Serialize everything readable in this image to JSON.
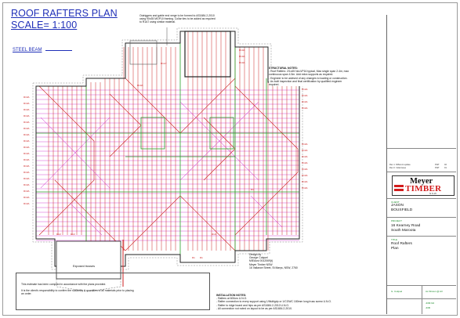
{
  "title": {
    "line1": "ROOF RAFTERS PLAN",
    "line2": "SCALE= 1:100"
  },
  "legend": {
    "steel_beam": "STEEL BEAM"
  },
  "top_note": {
    "line1": "Outriggers and gable end verge to be formed to AS1684.2-2010",
    "line2": "using 90x35 MGP10 framing. Collar ties to be added as required",
    "line3": "to R1A7 using similar material."
  },
  "structural_notes": {
    "heading": "STRUCTURAL NOTES:",
    "line1": "- Roof Rafters: 2/1x45 NoLVP16 typical, Max single span 2.4m, max",
    "line2": "continuous span 4.5m. Add extra supports as required.",
    "line3": "- Engineer to be advised of any changes to loading or construction.",
    "line4": "- As built inspection and final certification by qualified engineer",
    "line5": "required."
  },
  "exposed_trusses": "Exposed trusses",
  "design_by": {
    "line1": "Design by",
    "line2": "George Colquel",
    "line3": "MIEAust 0012069(t)",
    "line4": "Meyer Timber NSW",
    "line5": "16 Vallance Street, St Marys, NSW, 2760"
  },
  "installation_notes": {
    "heading": "INSTALLATION NOTES:",
    "line1": "- Rafters at 600crs U.N.O.",
    "line2": "- Rafter connection to every support using 1/Multigrip or 1/CGWC 180mm long truss screw U.N.O.",
    "line3": "- Rafter to ridge board and hips as per AS1684.2-2010 U.N.O.",
    "line4": "- All connection not noted on layout to be as per AS1684.2-2010."
  },
  "disclaimer": {
    "line1": "This estimate has been compiled in accordance with the plans provided.",
    "line2": "It is the client's responsibility to confirm the suitability & quantities of all materials prior to placing",
    "line3": "an order."
  },
  "title_block": {
    "revisions": [
      {
        "rev": "Rev 1",
        "desc": "Different update",
        "by": "FWT",
        "code": "02"
      },
      {
        "rev": "Rev 0",
        "desc": "Initial issue",
        "by": "FWT",
        "code": "01"
      }
    ],
    "logo": {
      "brand1": "Meyer",
      "brand2": "TIMBER",
      "brand3": "N.S.W."
    },
    "client_label": "CLIENT",
    "client_line1": "JASON",
    "client_line2": "BOUSFIELD",
    "project_label": "PROJECT",
    "project_line1": "16 Kearney Road",
    "project_line2": "South Maroota",
    "drawing_label": "TITLE",
    "drawing_line1": "Roof Rafters",
    "drawing_line2": "Plan",
    "small1": "G. Colquel",
    "small2": "As Shown @ A3",
    "small3": "JOB NO",
    "small4": "JOB"
  },
  "colors": {
    "title_blue": "#1f2fb8",
    "rafter_red": "#cc2222",
    "rafter_magenta": "#cc22cc",
    "beam_green": "#2aa12a",
    "outline_black": "#222222",
    "logo_red": "#d21c1c"
  }
}
